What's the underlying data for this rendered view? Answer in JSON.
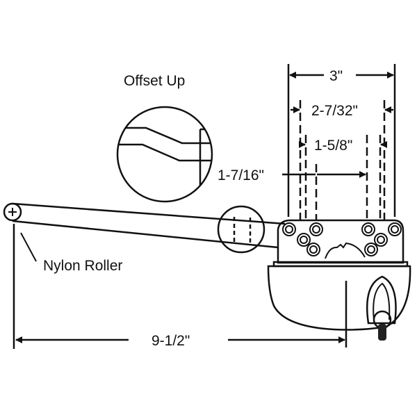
{
  "diagram": {
    "offset_label": "Offset Up",
    "roller_label": "Nylon Roller",
    "dimensions": {
      "overall_length": "9-1/2\"",
      "outer_width": "3\"",
      "middle_width": "2-7/32\"",
      "inner_width": "1-5/8\"",
      "hole_spacing": "1-7/16\""
    },
    "colors": {
      "line": "#111111",
      "background": "#ffffff"
    }
  }
}
